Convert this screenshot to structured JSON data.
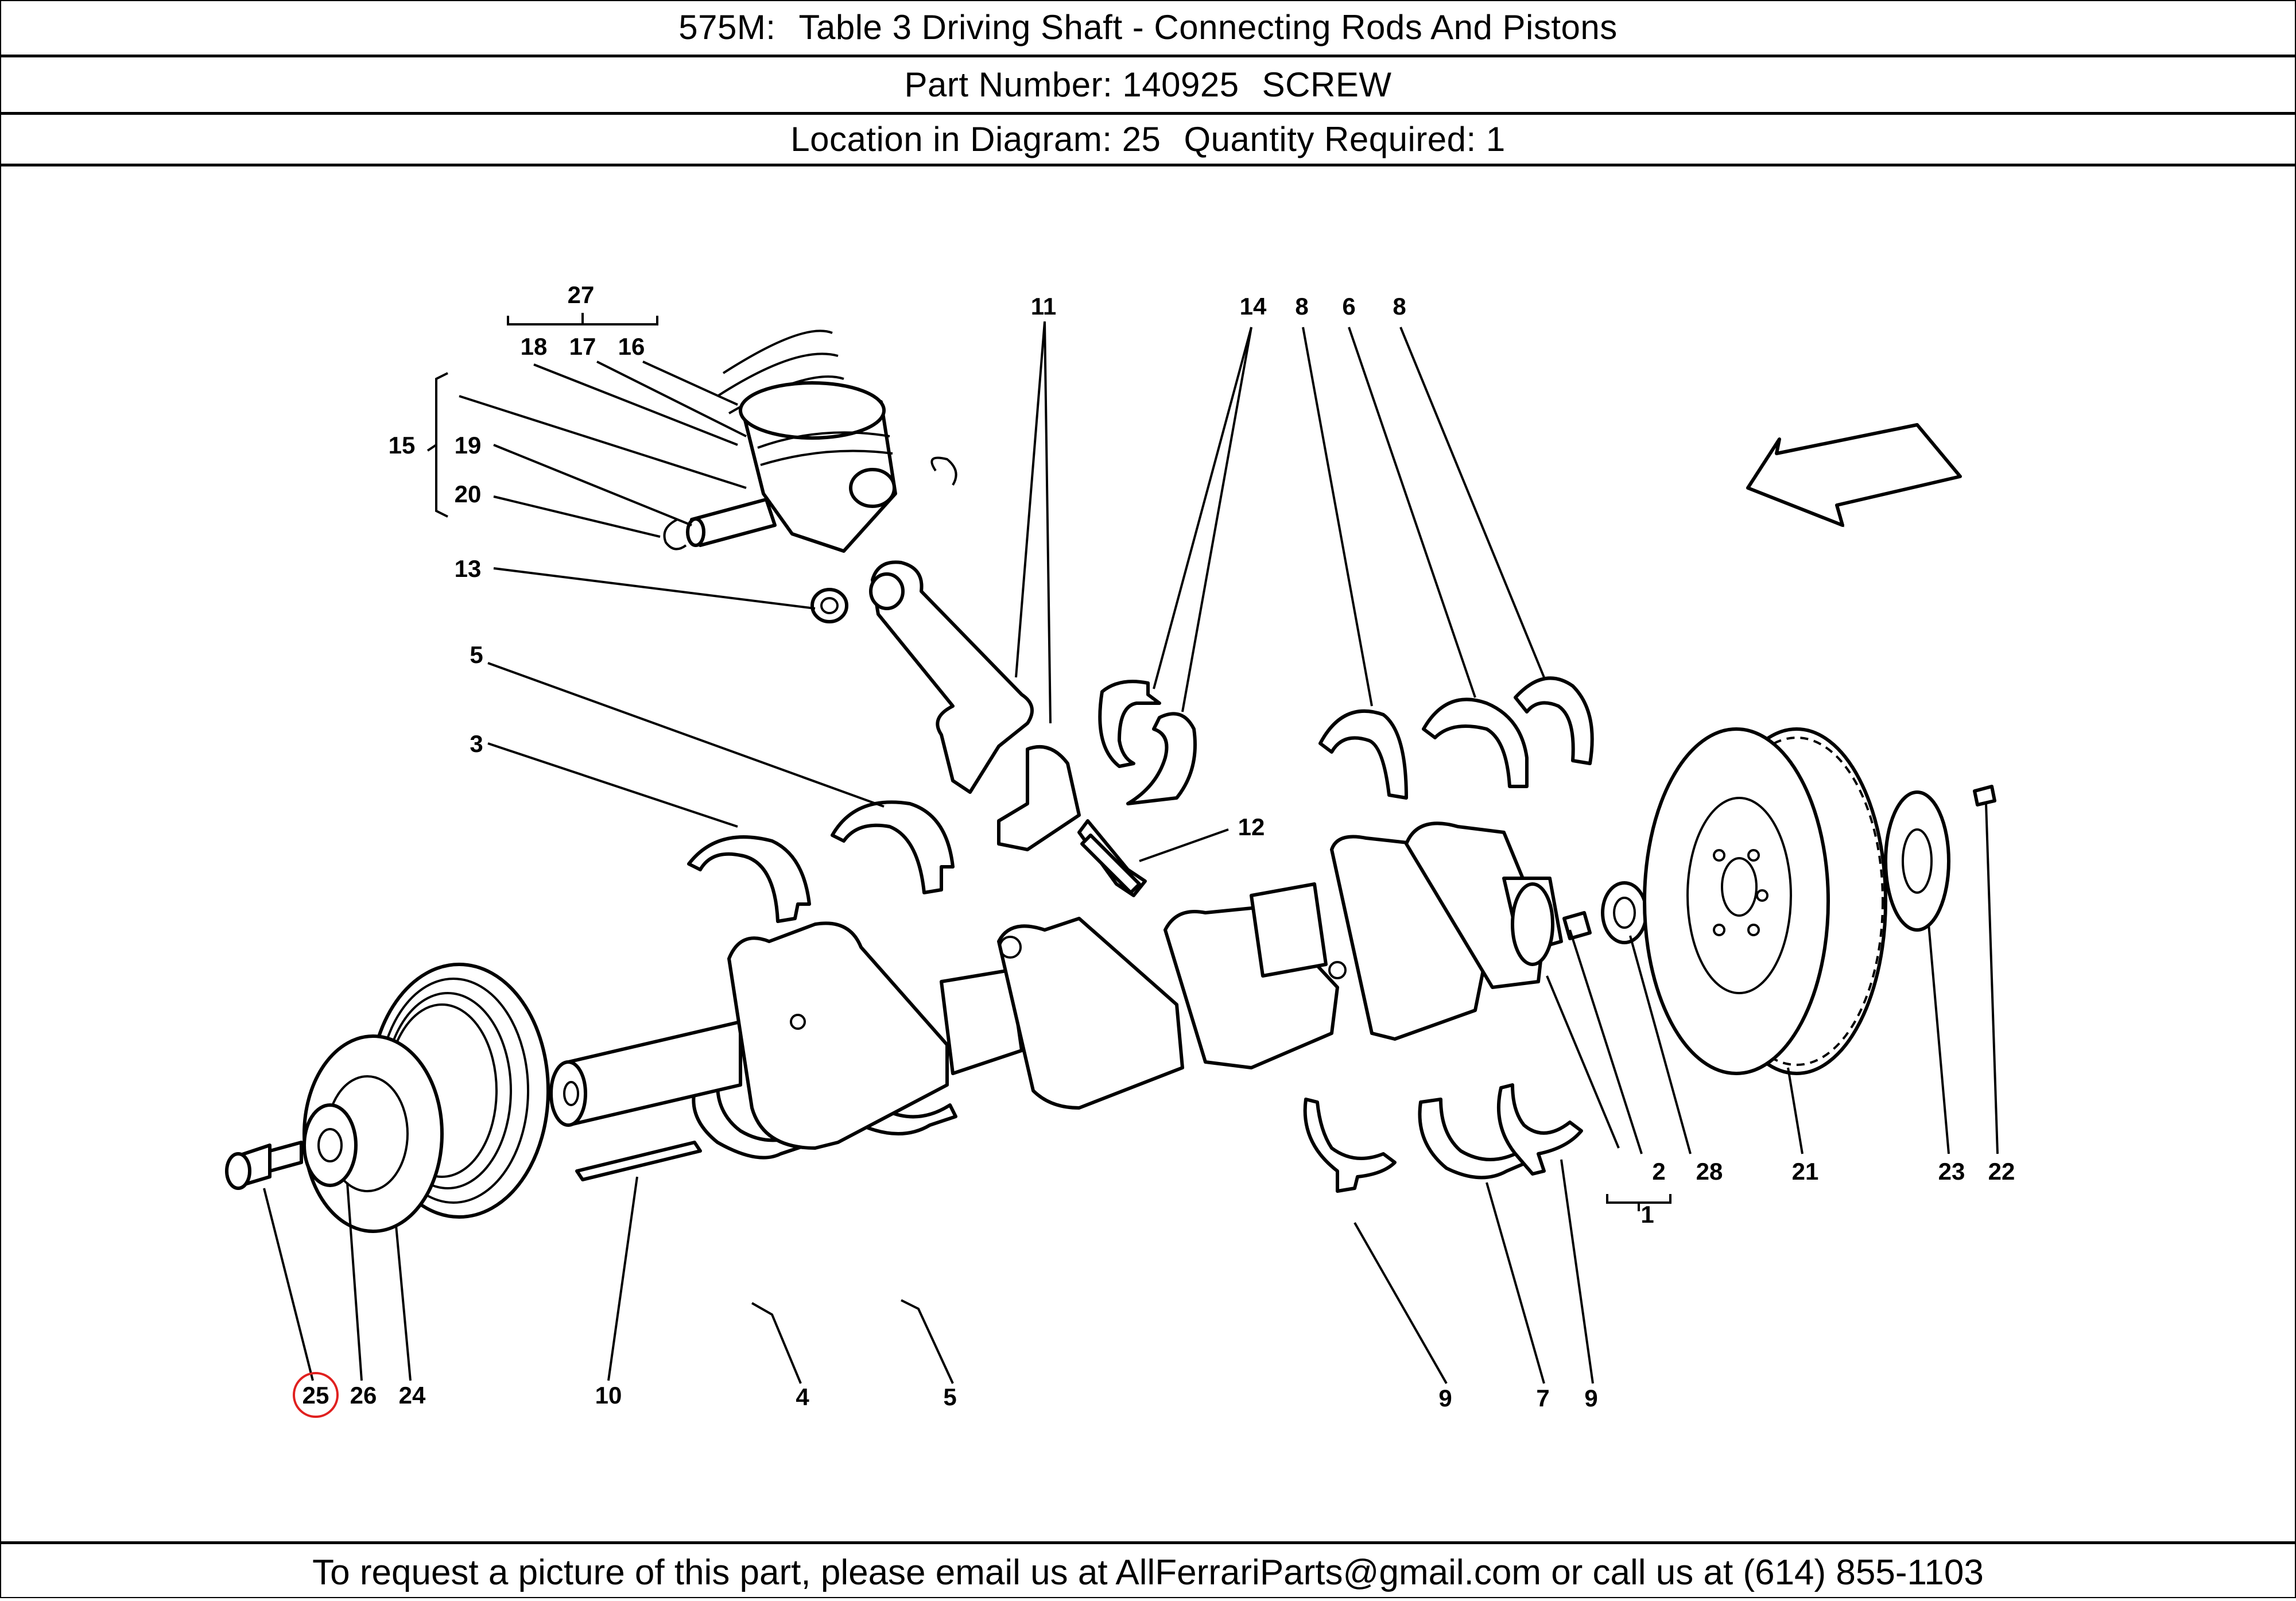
{
  "header": {
    "model": "575M:",
    "table": "Table 3 Driving Shaft - Connecting Rods And Pistons",
    "part_number_label": "Part Number: 140925",
    "part_name": "SCREW",
    "location_label": "Location in Diagram: 25",
    "quantity_label": "Quantity Required: 1"
  },
  "footer": {
    "text": "To request a picture of this part, please email us at AllFerrariParts@gmail.com or call us at (614) 855-1103"
  },
  "diagram": {
    "highlight_color": "#e0201f",
    "highlighted_callout": "25",
    "callouts": {
      "c27": "27",
      "c18": "18",
      "c17": "17",
      "c16": "16",
      "c15": "15",
      "c19": "19",
      "c20": "20",
      "c13": "13",
      "c5a": "5",
      "c3": "3",
      "c11": "11",
      "c14": "14",
      "c8a": "8",
      "c6": "6",
      "c8b": "8",
      "c12": "12",
      "c2": "2",
      "c28": "28",
      "c21": "21",
      "c23": "23",
      "c22": "22",
      "c1": "1",
      "c25": "25",
      "c26": "26",
      "c24": "24",
      "c10": "10",
      "c4": "4",
      "c5b": "5",
      "c9a": "9",
      "c7": "7",
      "c9b": "9"
    }
  }
}
